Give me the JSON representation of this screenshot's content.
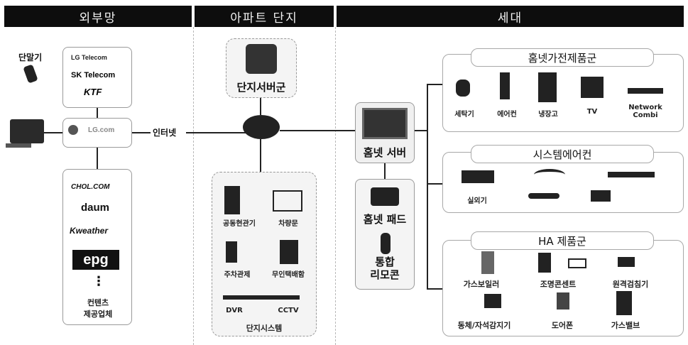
{
  "columns": [
    {
      "title": "외부망"
    },
    {
      "title": "아파트 단지"
    },
    {
      "title": "세대"
    }
  ],
  "external": {
    "terminal_label": "단말기",
    "telecom_logos": [
      "LG Telecom",
      "SK Telecom",
      "KTF"
    ],
    "portal_logo": "LG.com",
    "internet_label": "인터넷",
    "content_logos": [
      "CHOL.COM",
      "daum",
      "Kweather",
      "epg"
    ],
    "ellipsis": "⋮",
    "content_label_line1": "컨텐츠",
    "content_label_line2": "제공업체"
  },
  "complex": {
    "server_group": "단지서버군",
    "devices": [
      "공동현관기",
      "차량문",
      "주차관제",
      "무인택배함",
      "DVR",
      "CCTV"
    ],
    "system_label": "단지시스템"
  },
  "household": {
    "homenet_server": "홈넷 서버",
    "homenet_pad": "홈넷 패드",
    "remote_line1": "통합",
    "remote_line2": "리모콘",
    "appliances": {
      "title": "홈넷가전제품군",
      "items": [
        "세탁기",
        "에어컨",
        "냉장고",
        "TV",
        "Network Combi"
      ]
    },
    "aircon": {
      "title": "시스템에어컨",
      "items": [
        "실외기"
      ]
    },
    "ha": {
      "title": "HA 제품군",
      "items": [
        "가스보일러",
        "조명콘센트",
        "원격검침기",
        "동체/자석감지기",
        "도어폰",
        "가스밸브"
      ]
    }
  }
}
